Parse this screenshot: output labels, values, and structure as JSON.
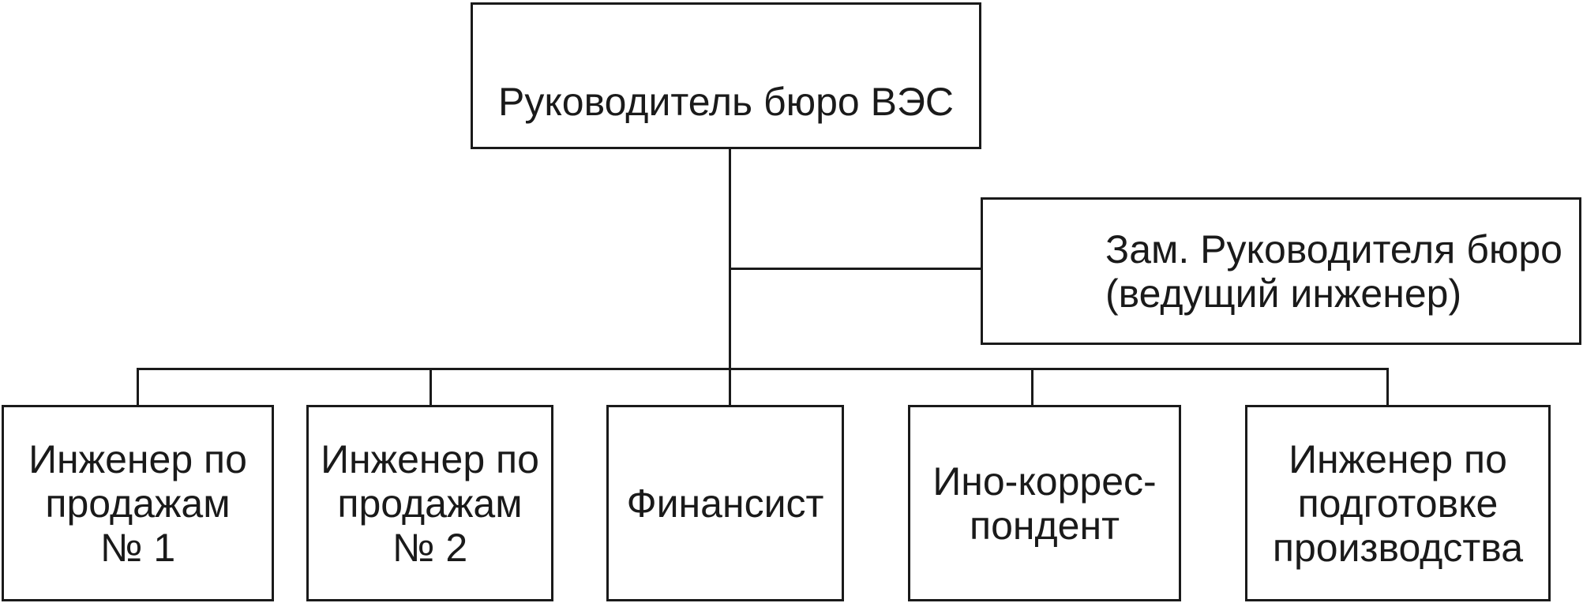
{
  "diagram": {
    "type": "org-chart",
    "background": "#ffffff",
    "line_color": "#1a1a1a",
    "nodes": {
      "head": {
        "lines": [
          "Руководитель бюро ВЭС"
        ]
      },
      "deputy": {
        "lines": [
          "Зам. Руководителя бюро",
          "(ведущий инженер)"
        ]
      },
      "sales1": {
        "lines": [
          "Инженер по",
          "продажам",
          "№ 1"
        ]
      },
      "sales2": {
        "lines": [
          "Инженер по",
          "продажам",
          "№ 2"
        ]
      },
      "financier": {
        "lines": [
          "Финансист"
        ]
      },
      "correspondent": {
        "lines": [
          "Ино-коррес-",
          "пондент"
        ]
      },
      "production": {
        "lines": [
          "Инженер по",
          "подготовке",
          "производства"
        ]
      }
    },
    "edges": [
      {
        "from": "head",
        "to": "deputy"
      },
      {
        "from": "head",
        "to": "sales1"
      },
      {
        "from": "head",
        "to": "sales2"
      },
      {
        "from": "head",
        "to": "financier"
      },
      {
        "from": "head",
        "to": "correspondent"
      },
      {
        "from": "head",
        "to": "production"
      }
    ]
  }
}
